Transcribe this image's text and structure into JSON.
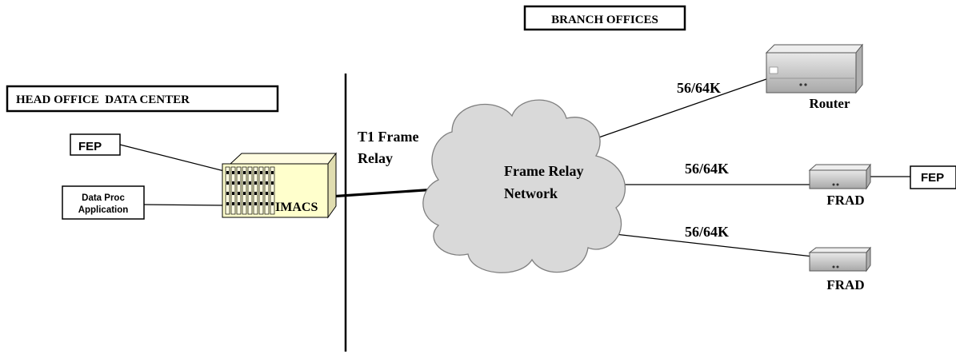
{
  "labels": {
    "branch_offices": "BRANCH OFFICES",
    "head_office": "HEAD OFFICE  DATA CENTER",
    "fep_left": "FEP",
    "data_proc_line1": "Data Proc",
    "data_proc_line2": "Application",
    "imacs": "IMACS",
    "t1_line1": "T1 Frame",
    "t1_line2": "Relay",
    "network_line1": "Frame Relay",
    "network_line2": "Network",
    "speed_router": "56/64K",
    "speed_frad1": "56/64K",
    "speed_frad2": "56/64K",
    "router": "Router",
    "frad1": "FRAD",
    "frad2": "FRAD",
    "fep_right": "FEP"
  },
  "colors": {
    "line": "#000000",
    "cloud_fill": "#d9d9d9",
    "cloud_stroke": "#808080",
    "device_fill": "#c8c8c8",
    "imacs_fill": "#ffffcc"
  }
}
